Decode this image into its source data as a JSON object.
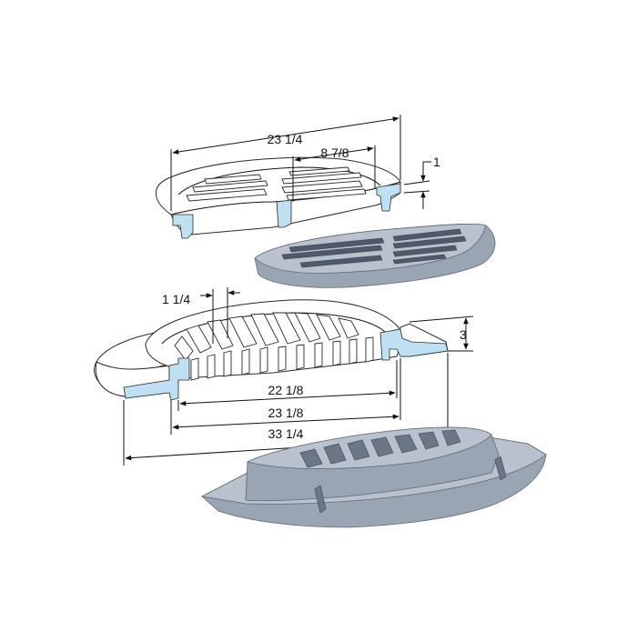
{
  "dimensions": {
    "top_grate": {
      "overall_width": "23 1/4",
      "inner_width": "8 7/8",
      "thickness": "1"
    },
    "frame": {
      "rim_width": "1 1/4",
      "height": "3",
      "inner_opening": "22 1/8",
      "grate_seat": "23 1/8",
      "overall_width": "33 1/4"
    }
  },
  "colors": {
    "section_cut": "#bfe0f2",
    "cast_iron": "#9aa5b3"
  }
}
